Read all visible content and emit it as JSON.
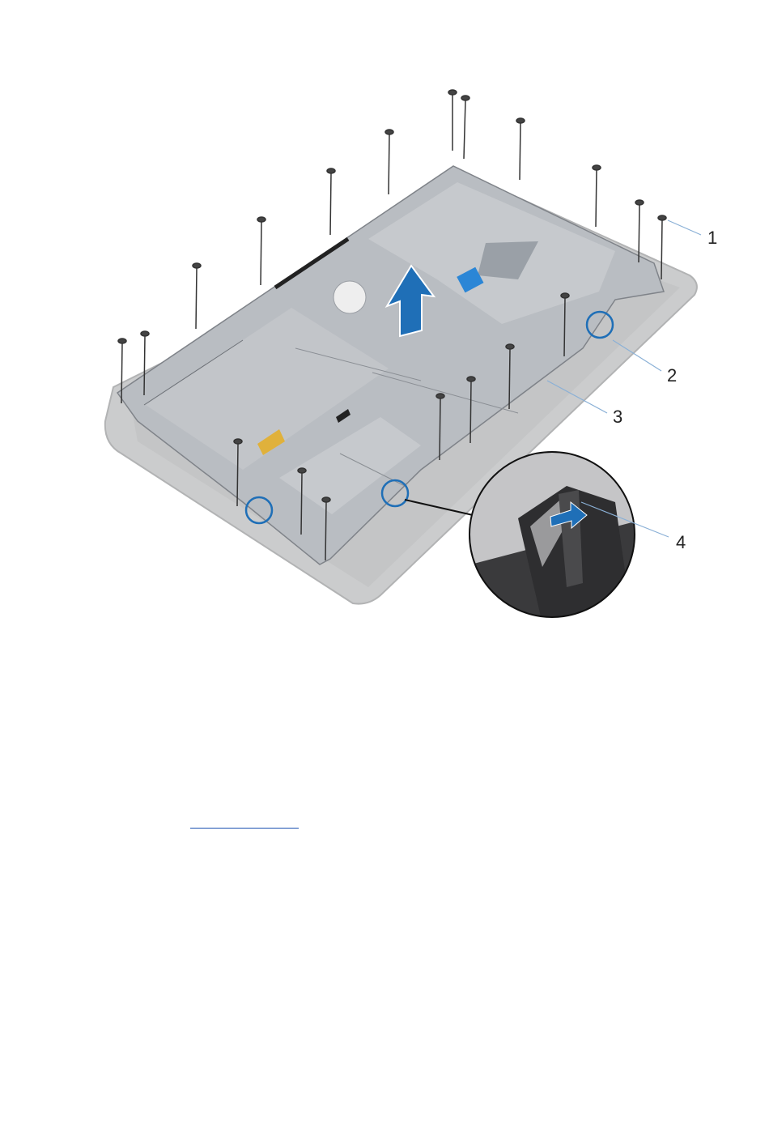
{
  "figure": {
    "callouts": [
      {
        "id": "1",
        "label": "1"
      },
      {
        "id": "2",
        "label": "2"
      },
      {
        "id": "3",
        "label": "3"
      },
      {
        "id": "4",
        "label": "4"
      }
    ]
  },
  "colors": {
    "frame": "#c9cacb",
    "frame_edge": "#b3b4b5",
    "plate": "#b8bcc1",
    "plate_dark": "#8e9298",
    "plate_light": "#d4d7db",
    "accent_blue": "#1f6fb7",
    "leader": "#8ab0d6",
    "inset_bg": "#5a5a5c",
    "link": "#1a4fb0"
  },
  "icons": {
    "arrow": "lift-arrow-icon",
    "screw": "screw-icon",
    "circle": "highlight-circle-icon"
  },
  "link": {
    "text": ""
  }
}
